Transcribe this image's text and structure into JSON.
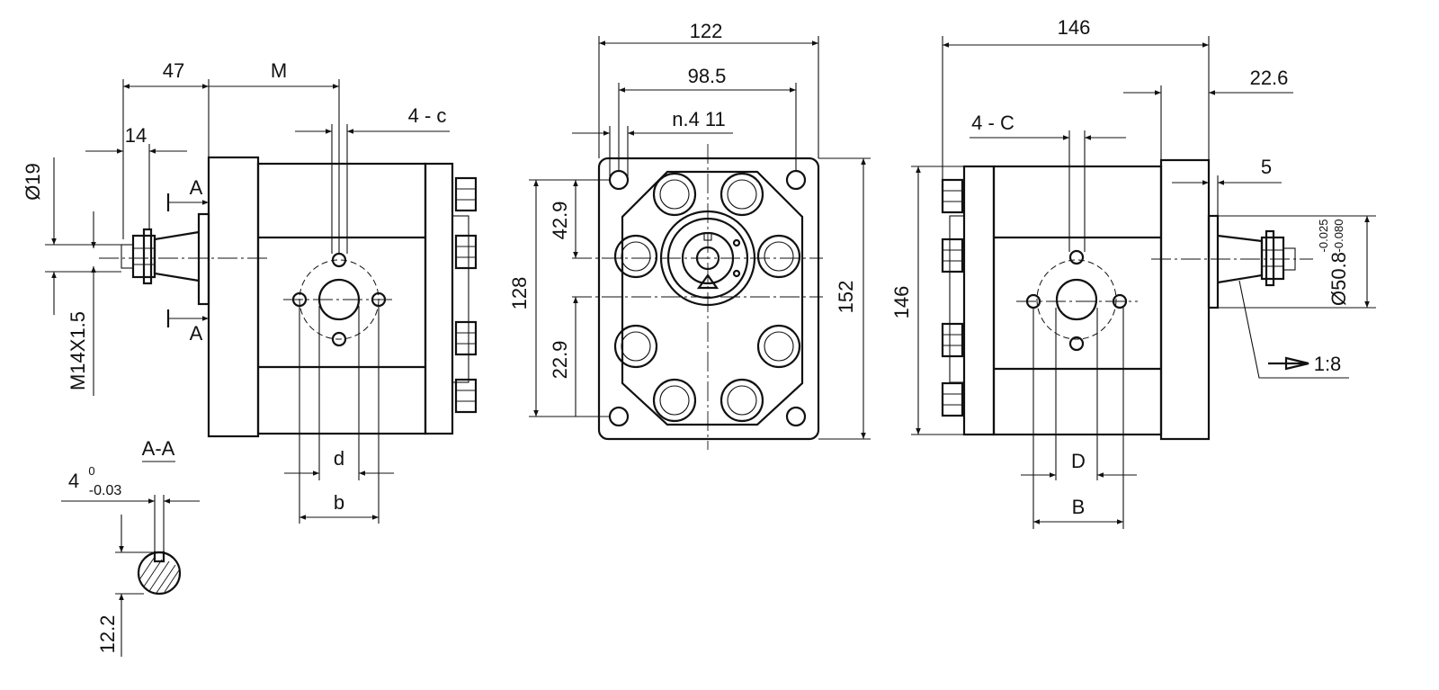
{
  "dimensions": {
    "d47": "47",
    "dM": "M",
    "d14": "14",
    "dDia19": "Ø19",
    "dM14": "M14X1.5",
    "sectionA_top": "A",
    "sectionA_bottom": "A",
    "d4c": "4 - c",
    "dd": "d",
    "db": "b",
    "sectionAA": "A-A",
    "d4key": "4",
    "d4key_upper": "0",
    "d4key_lower": "-0.03",
    "d12_2": "12.2",
    "d122": "122",
    "d98_5": "98.5",
    "dn4_11": "n.4  11",
    "d42_9": "42.9",
    "d22_9": "22.9",
    "d128": "128",
    "d152": "152",
    "d146_top": "146",
    "d22_6": "22.6",
    "d4C": "4 - C",
    "d5": "5",
    "d146_side": "146",
    "dDia50_8": "Ø50.8",
    "dDia50_8_upper": "-0.025",
    "dDia50_8_lower": "-0.080",
    "dTaper": "1:8",
    "dD": "D",
    "dB": "B"
  }
}
